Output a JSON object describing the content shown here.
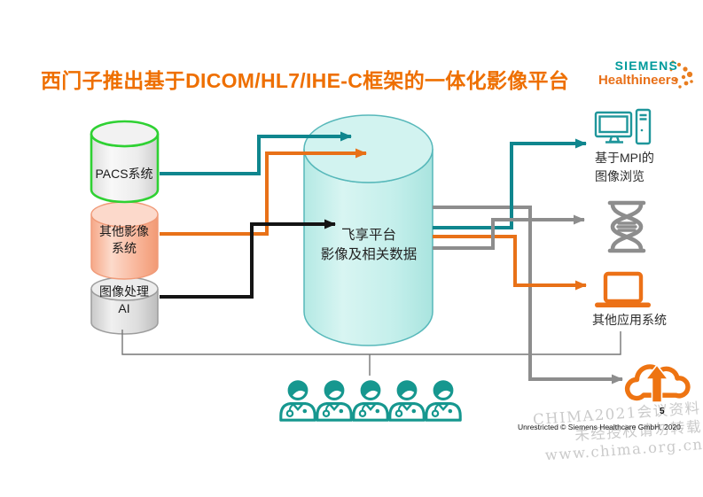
{
  "slide": {
    "title": "西门子推出基于DICOM/HL7/IHE-C框架的一体化影像平台"
  },
  "logo": {
    "brand": "SIEMENS",
    "sub": "Healthineers",
    "dots_icon": "logo-dots-icon"
  },
  "nodes": {
    "pacs": {
      "label": "PACS系统",
      "shape": "cylinder",
      "outline_color": "#2fd133"
    },
    "other_imaging": {
      "line1": "其他影像",
      "line2": "系统",
      "shape": "cylinder",
      "fill_color": "#f9b99f"
    },
    "ai": {
      "line1": "图像处理",
      "line2": "AI",
      "shape": "cylinder",
      "fill_color": "#d9d9d9"
    },
    "platform": {
      "line1": "飞享平台",
      "line2": "影像及相关数据",
      "shape": "cylinder",
      "fill_color": "#c9efeb"
    },
    "mpi": {
      "line1": "基于MPI的",
      "line2": "图像浏览",
      "icon": "desktop-computer-icon"
    },
    "dna": {
      "icon": "dna-icon"
    },
    "other_apps": {
      "label": "其他应用系统",
      "icon": "laptop-icon"
    },
    "cloud": {
      "icon": "cloud-upload-icon"
    },
    "users": {
      "icon": "doctor-icon",
      "count": 5
    }
  },
  "arrows": {
    "pacs_to_platform": "teal",
    "other_imaging_to_platform": "orange",
    "ai_to_platform": "black",
    "platform_to_mpi": "teal",
    "platform_to_dna": "gray",
    "platform_to_other_apps": "orange",
    "platform_to_cloud": "gray"
  },
  "footer": {
    "text": "Unrestricted © Siemens Healthcare GmbH, 2020",
    "page": "5"
  },
  "watermark": {
    "line1": "CHIMA2021会议资料",
    "line2": "未经授权请勿转载",
    "line3": "www.chima.org.cn"
  },
  "colors": {
    "title": "#ee6f00",
    "teal": "#0f868e",
    "orange": "#e87118",
    "gray": "#8d8d8d",
    "black": "#111111",
    "green_outline": "#2fd133",
    "logo_teal": "#009a9b",
    "logo_orange": "#e87019"
  }
}
